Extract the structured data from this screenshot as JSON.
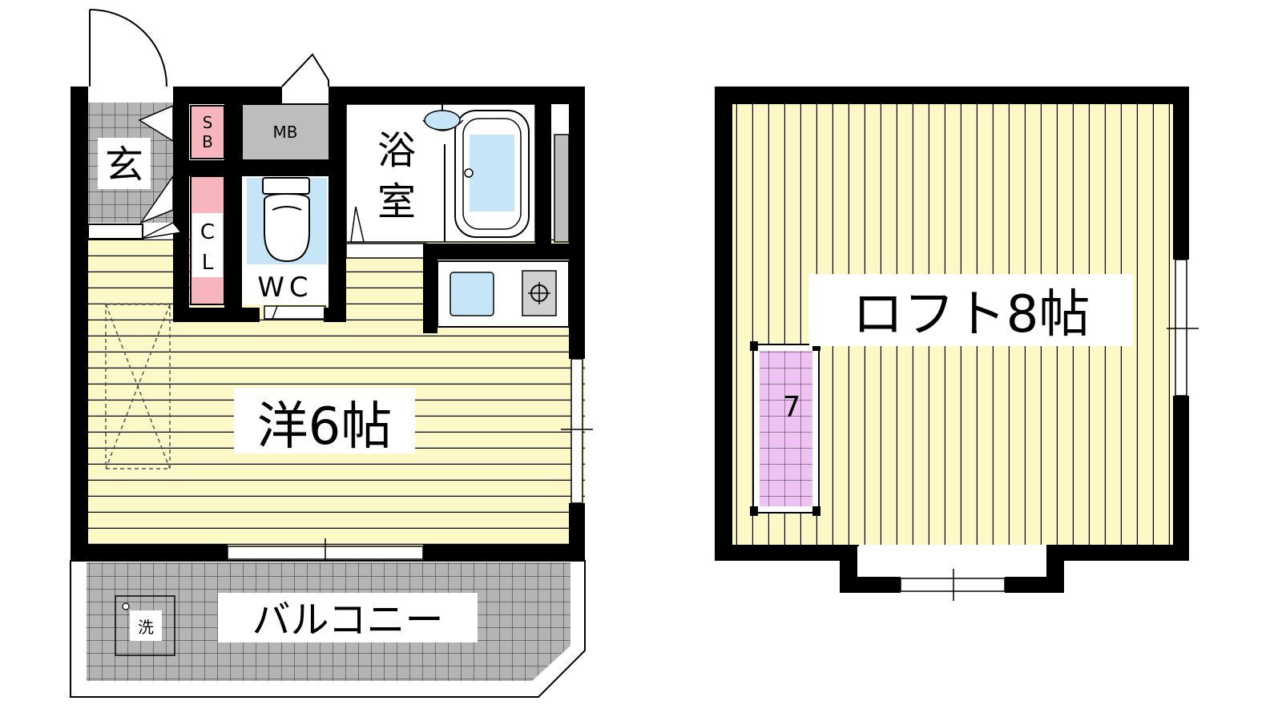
{
  "floor_plan": {
    "main_floor": {
      "genkan": "玄",
      "shoe_box": [
        "S",
        "B"
      ],
      "meter_box": "MB",
      "closet": [
        "C",
        "L"
      ],
      "toilet": "WC",
      "bathroom": [
        "浴",
        "室"
      ],
      "western_room": "洋6帖",
      "balcony": "バルコニー",
      "washer": "洗"
    },
    "loft": {
      "room": "ロフト8帖",
      "ladder": "7"
    }
  },
  "colors": {
    "wall": "#000000",
    "floor_wood": "#fcf8c8",
    "floor_line": "#000000",
    "tile": "#b4b4b4",
    "tile_line": "#444444",
    "storage_pink": "#f7b6be",
    "meter_gray": "#bdbdbd",
    "fixture_blue": "#c6e6f8",
    "ladder_purple": "#eec2f2"
  }
}
